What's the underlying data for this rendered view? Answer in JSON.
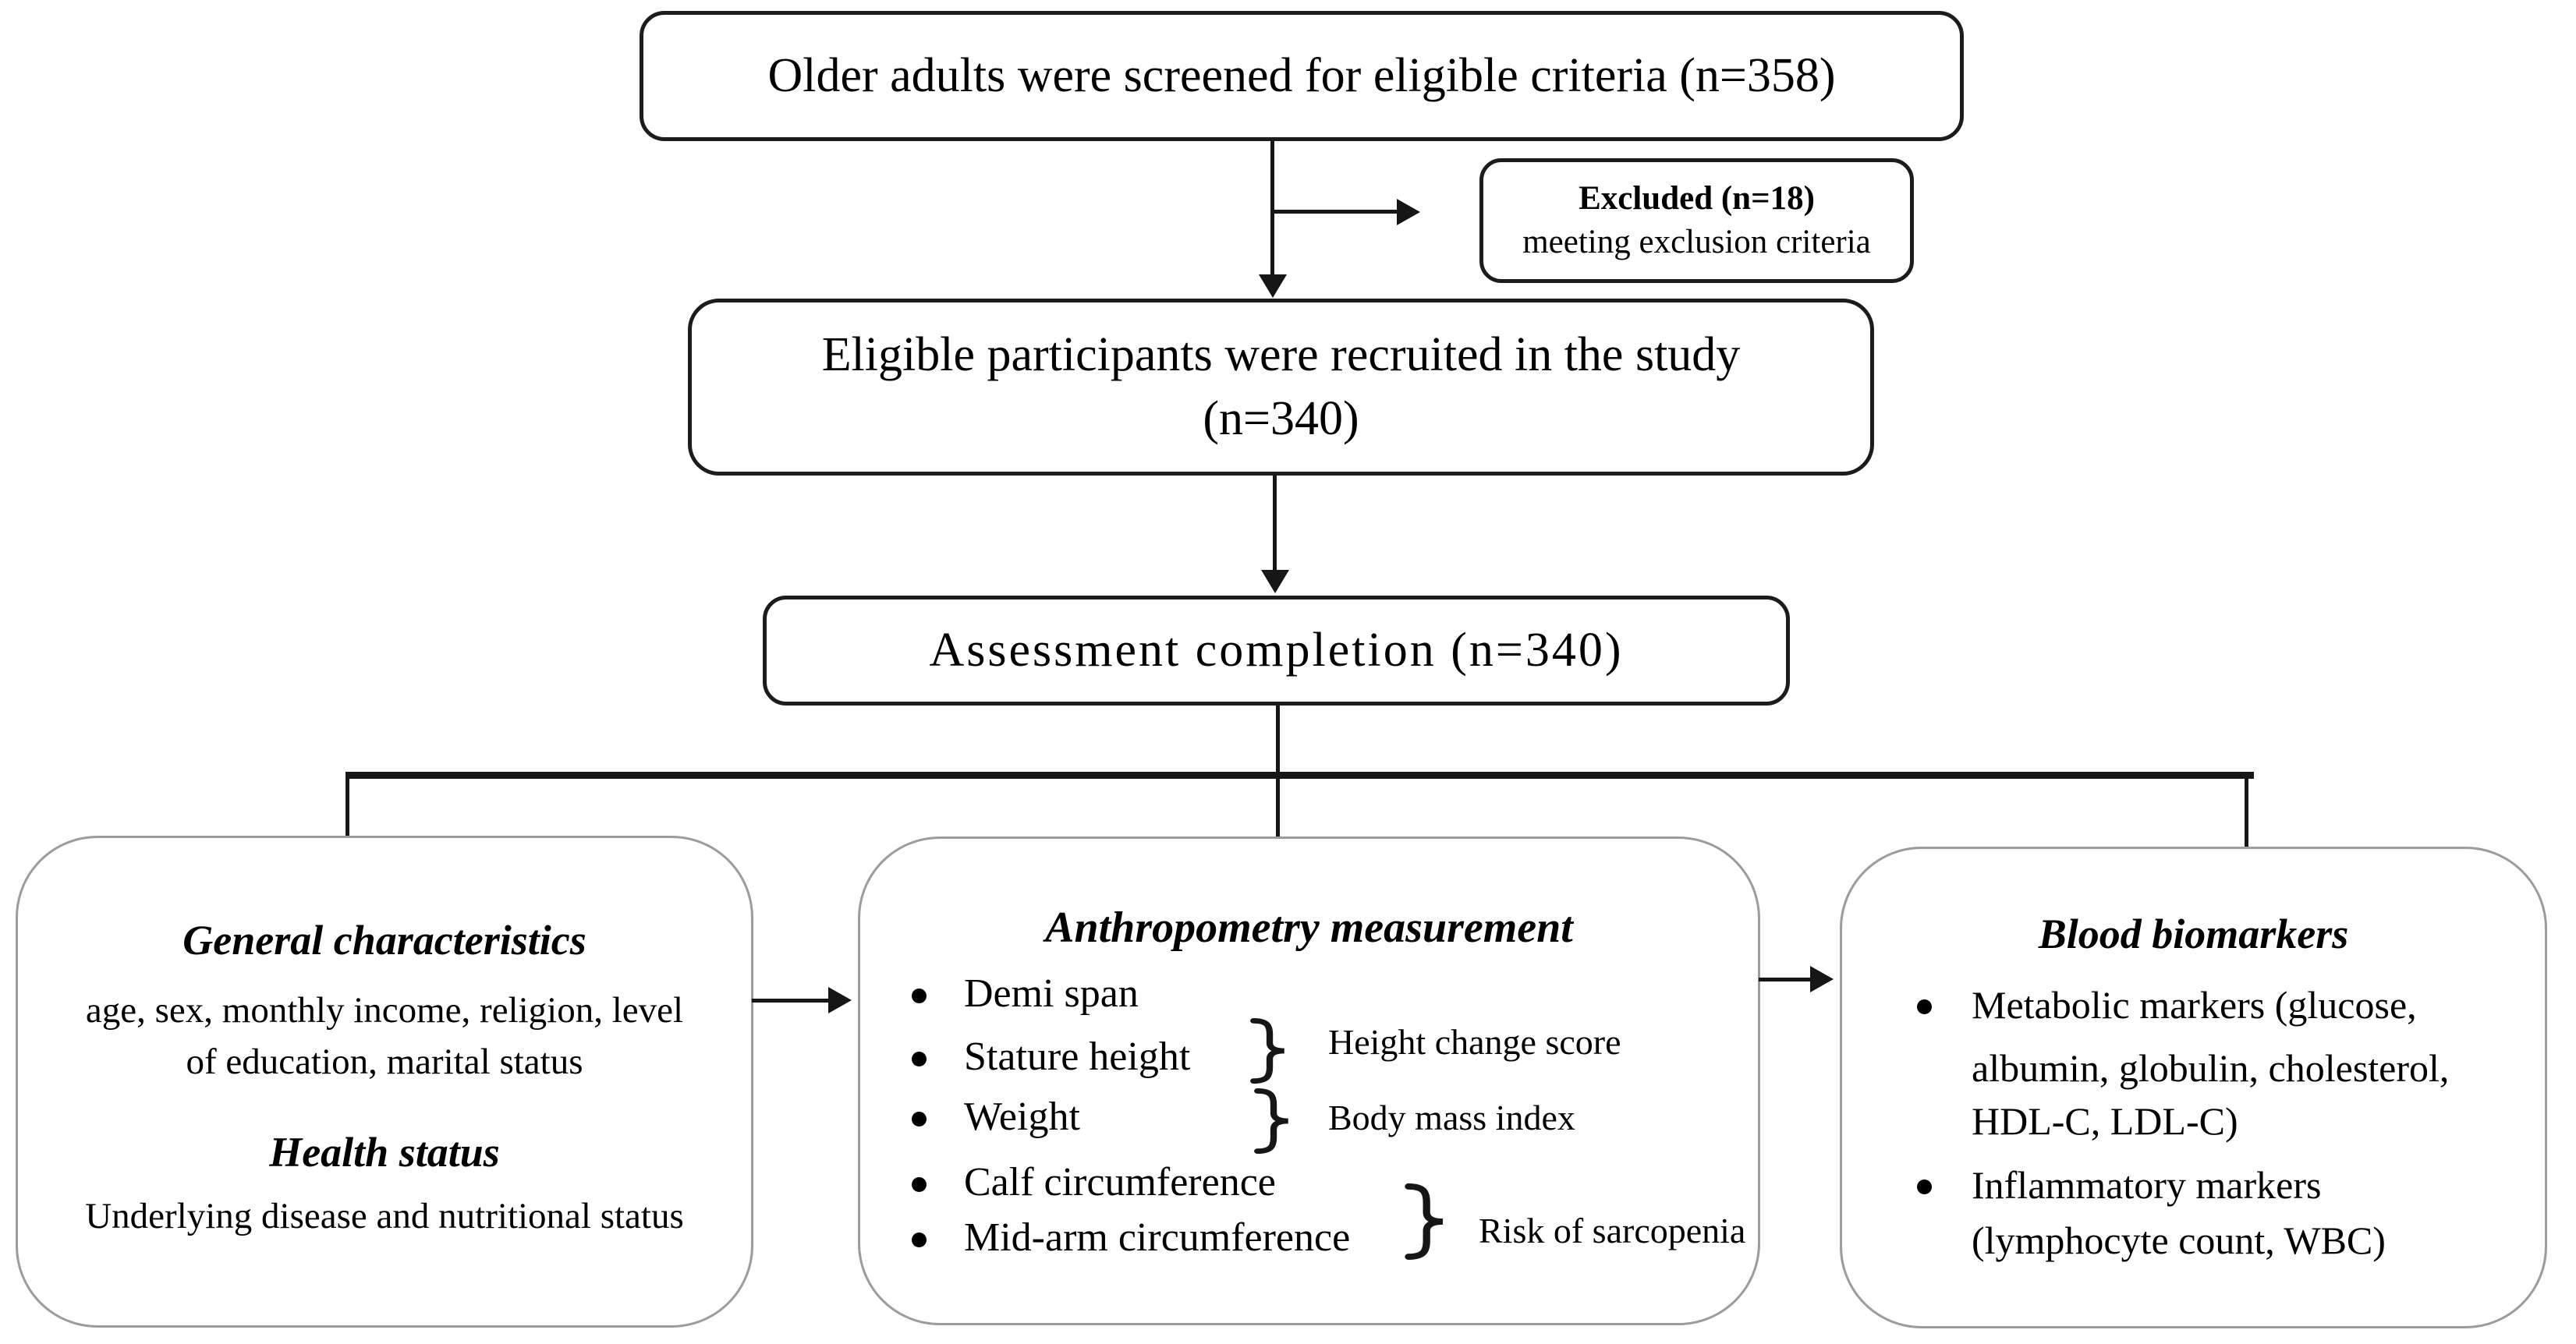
{
  "figure": {
    "type": "study-flow-diagram",
    "colors": {
      "background": "#ffffff",
      "dark_box_border": "#1c1c1c",
      "panel_border": "#9c9c9c",
      "connector": "#161616",
      "text": "#000000"
    }
  },
  "flow": {
    "screened": {
      "text": "Older adults were screened for eligible criteria (n=358)"
    },
    "excluded": {
      "title": "Excluded (n=18)",
      "subtitle": "meeting exclusion criteria"
    },
    "recruited": {
      "line1": "Eligible participants were recruited in the study",
      "line2": "(n=340)"
    },
    "assessment": {
      "text": "Assessment completion (n=340)"
    }
  },
  "panels": {
    "general": {
      "title": "General characteristics",
      "body_line1": "age, sex, monthly income, religion, level",
      "body_line2": "of education, marital status",
      "title2": "Health status",
      "body2": "Underlying disease and nutritional status"
    },
    "anthropometry": {
      "title": "Anthropometry measurement",
      "items": [
        "Demi span",
        "Stature height",
        "Weight",
        "Calf circumference",
        "Mid-arm circumference"
      ],
      "annotations": [
        "Height change score",
        "Body mass index",
        "Risk of sarcopenia"
      ]
    },
    "blood": {
      "title": "Blood biomarkers",
      "item1_line1": "Metabolic markers (glucose,",
      "item1_line2": "albumin, globulin, cholesterol,",
      "item1_line3": "HDL-C, LDL-C)",
      "item2_line1": "Inflammatory markers",
      "item2_line2": "(lymphocyte count, WBC)"
    }
  }
}
